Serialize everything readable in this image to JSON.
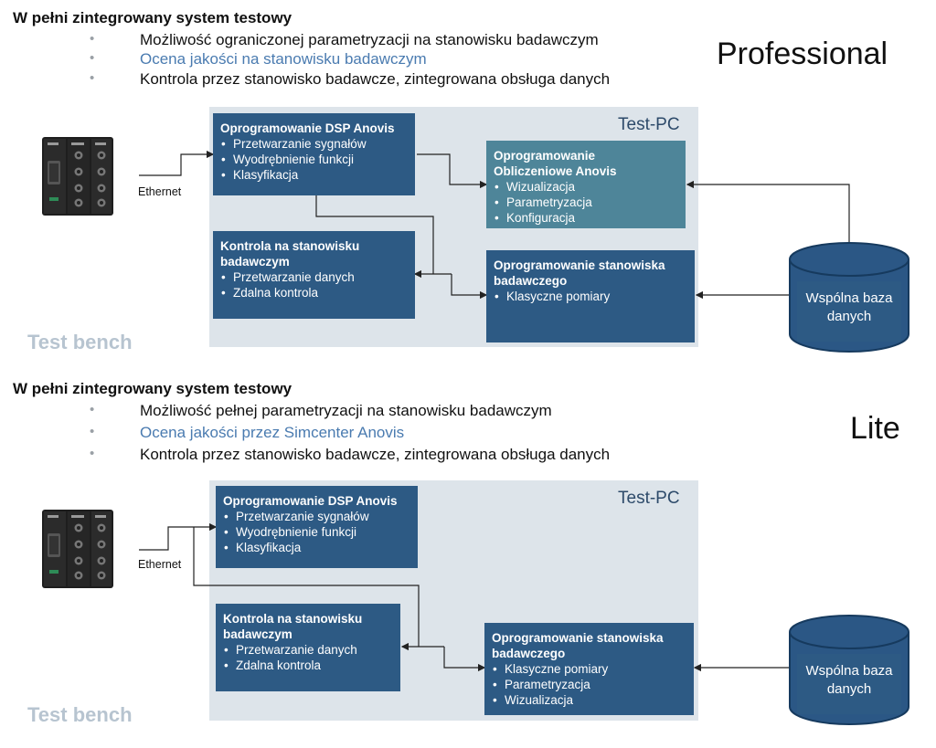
{
  "professional": {
    "heading": "W pełni zintegrowany system testowy",
    "bullets": [
      {
        "text": "Możliwość ograniczonej parametryzacji na stanowisku badawczym",
        "accent": false
      },
      {
        "text": "Ocena jakości na stanowisku badawczym",
        "accent": true
      },
      {
        "text": "Kontrola przez stanowisko badawcze, zintegrowana obsługa danych",
        "accent": false
      }
    ],
    "edition": "Professional",
    "test_pc": "Test-PC",
    "ethernet": "Ethernet",
    "test_bench": "Test bench",
    "boxes": {
      "dsp": {
        "title": "Oprogramowanie DSP Anovis",
        "items": [
          "Przetwarzanie sygnałów",
          "Wyodrębnienie funkcji",
          "Klasyfikacja"
        ]
      },
      "calc": {
        "title": "Oprogramowanie Obliczeniowe Anovis",
        "items": [
          "Wizualizacja",
          "Parametryzacja",
          "Konfiguracja"
        ]
      },
      "control": {
        "title": "Kontrola na stanowisku badawczym",
        "items": [
          "Przetwarzanie danych",
          "Zdalna kontrola"
        ]
      },
      "bench_sw": {
        "title": "Oprogramowanie stanowiska badawczego",
        "items": [
          "Klasyczne pomiary"
        ]
      }
    },
    "database": "Wspólna baza danych"
  },
  "lite": {
    "heading": "W pełni zintegrowany system testowy",
    "bullets": [
      {
        "text": "Możliwość pełnej parametryzacji na stanowisku badawczym",
        "accent": false
      },
      {
        "text": "Ocena jakości przez Simcenter Anovis",
        "accent": true
      },
      {
        "text": "Kontrola przez stanowisko badawcze, zintegrowana obsługa danych",
        "accent": false
      }
    ],
    "edition": "Lite",
    "test_pc": "Test-PC",
    "ethernet": "Ethernet",
    "test_bench": "Test bench",
    "boxes": {
      "dsp": {
        "title": "Oprogramowanie DSP Anovis",
        "items": [
          "Przetwarzanie sygnałów",
          "Wyodrębnienie funkcji",
          "Klasyfikacja"
        ]
      },
      "control": {
        "title": "Kontrola na stanowisku badawczym",
        "items": [
          "Przetwarzanie danych",
          "Zdalna kontrola"
        ]
      },
      "bench_sw": {
        "title": "Oprogramowanie stanowiska badawczego",
        "items": [
          "Klasyczne pomiary",
          "Parametryzacja",
          "Wizualizacja"
        ]
      }
    },
    "database": "Wspólna baza danych"
  },
  "colors": {
    "box_dark": "#2d5a84",
    "box_teal": "#4e8599",
    "panel": "#dde4ea",
    "database": "#2b5785",
    "accent_text": "#4a7bb0"
  }
}
